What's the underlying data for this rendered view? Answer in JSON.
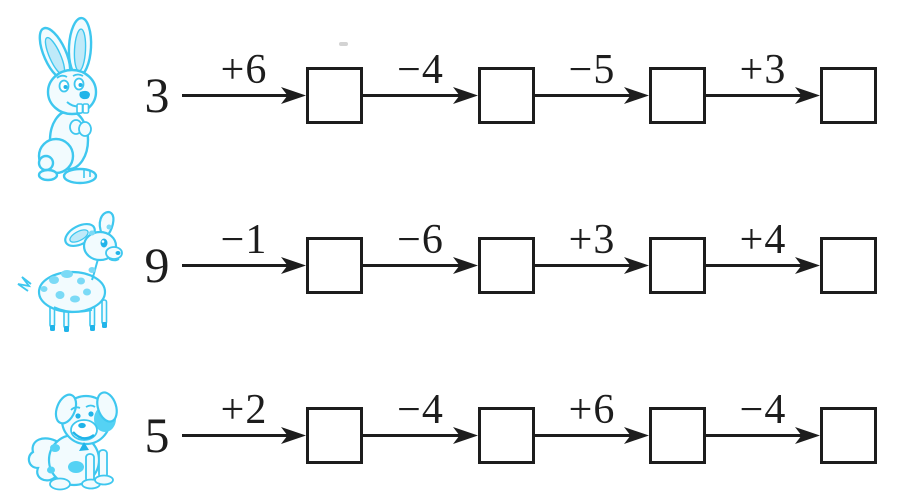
{
  "worksheet": {
    "type": "number-chain addition and subtraction worksheet",
    "background_color": "#ffffff",
    "ink_color": "#1d1d1d",
    "animal_line_color": "#3EC7EF",
    "animal_accent_color": "#21B4E9",
    "rows": [
      {
        "animal": "rabbit",
        "icon": "rabbit-icon",
        "start": "3",
        "operations": [
          "+6",
          "−4",
          "−5",
          "+3"
        ],
        "boxes": [
          "",
          "",
          "",
          ""
        ]
      },
      {
        "animal": "deer",
        "icon": "deer-icon",
        "start": "9",
        "operations": [
          "−1",
          "−6",
          "+3",
          "+4"
        ],
        "boxes": [
          "",
          "",
          "",
          ""
        ]
      },
      {
        "animal": "dog",
        "icon": "dog-icon",
        "start": "5",
        "operations": [
          "+2",
          "−4",
          "+6",
          "−4"
        ],
        "boxes": [
          "",
          "",
          "",
          ""
        ]
      }
    ]
  }
}
